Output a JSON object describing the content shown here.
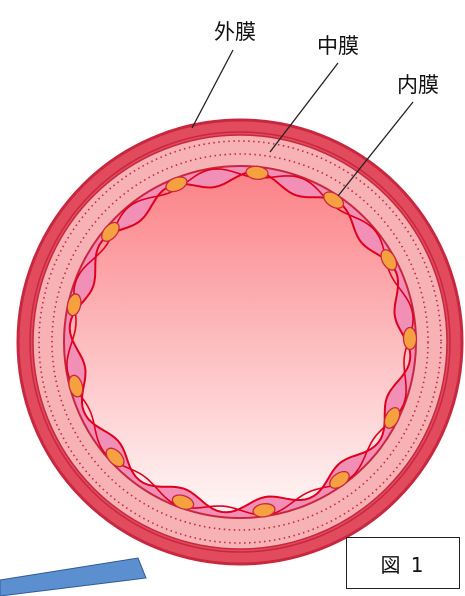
{
  "labels": {
    "outer_membrane": "外膜",
    "middle_membrane": "中膜",
    "inner_membrane": "内膜"
  },
  "figure_caption": "図 1",
  "colors": {
    "outer_ring": "#e24a5e",
    "outer_edge": "#c8283f",
    "media_ring": "#f6b2b5",
    "intima_ring": "#f18fb6",
    "lumen_top": "#fb8287",
    "lumen_bottom": "#fff6f6",
    "cell_fill": "#f6a13f",
    "wavy_line": "#e0001e",
    "pointer_bar": "#5b8fd0"
  },
  "icons": {
    "cross_section": "blood-vessel-cross-section",
    "cell": "endothelial-cell"
  }
}
